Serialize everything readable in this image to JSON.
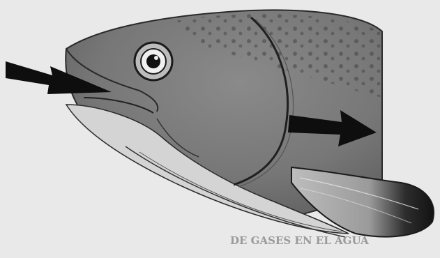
{
  "image": {
    "subject": "fish-head-illustration",
    "background_color": "#e9e9e9",
    "ink_color": "#111111",
    "arrows": {
      "water_in": "arrow-in",
      "water_out": "arrow-out"
    }
  },
  "caption": {
    "text": "DE GASES EN EL AGUA"
  }
}
